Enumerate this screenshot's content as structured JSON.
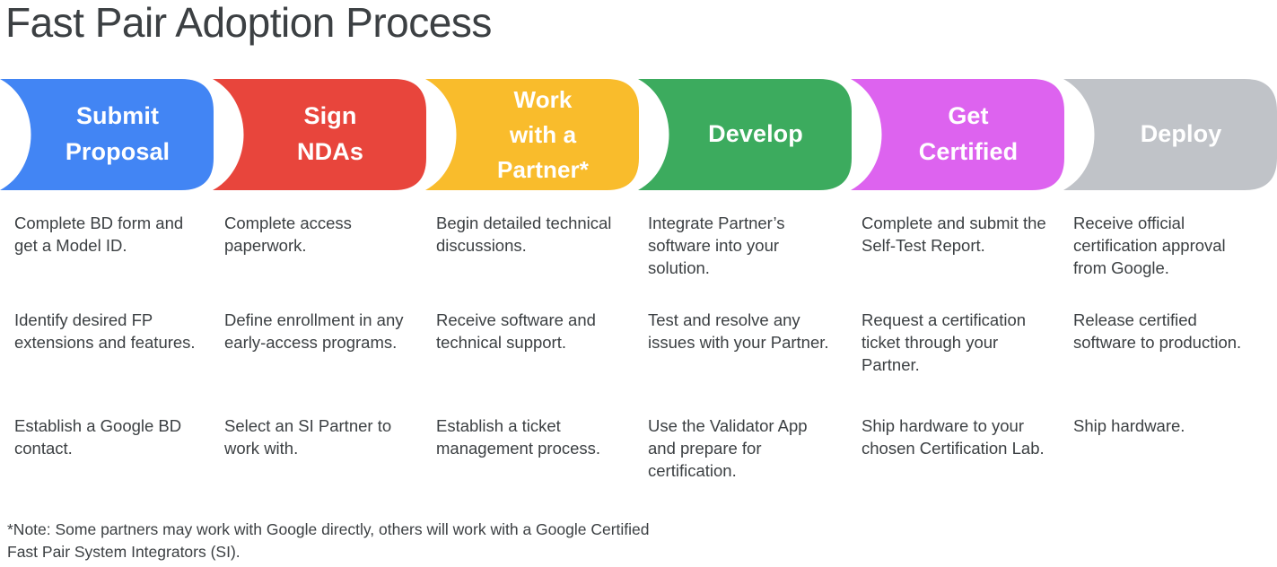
{
  "page": {
    "title": "Fast Pair Adoption Process",
    "background": "#ffffff",
    "text_color": "#3c4043"
  },
  "stages": [
    {
      "key": "submit-proposal",
      "label": "Submit\nProposal",
      "color": "#4285f4",
      "lines": 2,
      "bullets": [
        "Complete BD form and get a Model ID.",
        "Identify desired FP extensions and features.",
        "Establish a Google BD contact."
      ]
    },
    {
      "key": "sign-ndas",
      "label": "Sign\nNDAs",
      "color": "#e8453c",
      "lines": 2,
      "bullets": [
        "Complete access paperwork.",
        "Define enrollment in any early-access programs.",
        "Select an SI Partner to work with."
      ]
    },
    {
      "key": "work-with-a-partner",
      "label": "Work\nwith a\nPartner*",
      "color": "#f9bc2c",
      "lines": 3,
      "bullets": [
        "Begin detailed technical discussions.",
        "Receive software and technical support.",
        "Establish a ticket management process."
      ]
    },
    {
      "key": "develop",
      "label": "Develop",
      "color": "#3cab5e",
      "lines": 1,
      "bullets": [
        "Integrate Partner’s software into your solution.",
        "Test and resolve any issues with your Partner.",
        "Use the Validator App and prepare for certification."
      ]
    },
    {
      "key": "get-certified",
      "label": "Get\nCertified",
      "color": "#dd63ef",
      "lines": 2,
      "bullets": [
        "Complete and submit the Self-Test Report.",
        "Request a certification ticket through your Partner.",
        "Ship hardware to your chosen Certification Lab."
      ]
    },
    {
      "key": "deploy",
      "label": "Deploy",
      "color": "#c0c3c8",
      "lines": 1,
      "bullets": [
        "Receive official certification approval from Google.",
        "Release certified software to production.",
        "Ship hardware."
      ]
    }
  ],
  "footnote": "*Note: Some partners may work with Google directly, others will work with a Google Certified Fast Pair System Integrators (SI)."
}
